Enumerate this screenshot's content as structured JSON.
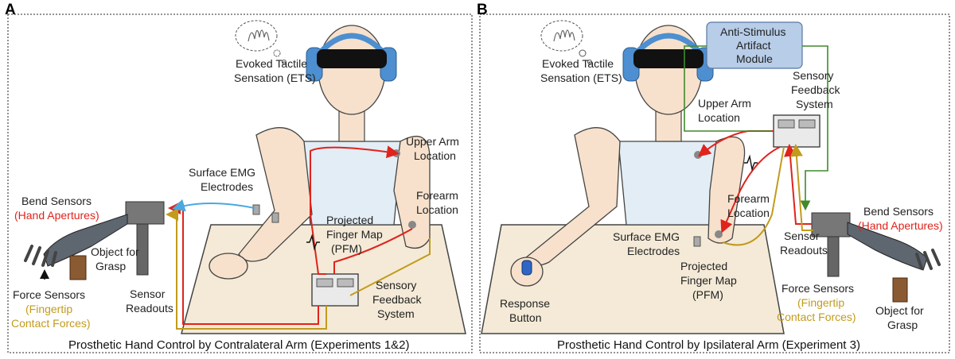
{
  "panels": {
    "a": {
      "letter": "A",
      "caption": "Prosthetic Hand Control by Contralateral Arm (Experiments 1&2)",
      "ets_l1": "Evoked Tactile",
      "ets_l2": "Sensation (ETS)",
      "upper_l1": "Upper Arm",
      "upper_l2": "Location",
      "emg_l1": "Surface EMG",
      "emg_l2": "Electrodes",
      "forearm_l1": "Forearm",
      "forearm_l2": "Location",
      "bend_l1": "Bend Sensors",
      "bend_l2": "(Hand Apertures)",
      "pfm_l1": "Projected",
      "pfm_l2": "Finger Map",
      "pfm_l3": "(PFM)",
      "object_l1": "Object for",
      "object_l2": "Grasp",
      "force_l1": "Force Sensors",
      "force_l2": "(Fingertip",
      "force_l3": "Contact Forces)",
      "readouts_l1": "Sensor",
      "readouts_l2": "Readouts",
      "sfs_l1": "Sensory",
      "sfs_l2": "Feedback",
      "sfs_l3": "System"
    },
    "b": {
      "letter": "B",
      "caption": "Prosthetic Hand Control by Ipsilateral Arm (Experiment 3)",
      "ets_l1": "Evoked Tactile",
      "ets_l2": "Sensation (ETS)",
      "asam_l1": "Anti-Stimulus",
      "asam_l2": "Artifact",
      "asam_l3": "Module",
      "sfs_l1": "Sensory",
      "sfs_l2": "Feedback",
      "sfs_l3": "System",
      "upper_l1": "Upper Arm",
      "upper_l2": "Location",
      "forearm_l1": "Forearm",
      "forearm_l2": "Location",
      "bend_l1": "Bend Sensors",
      "bend_l2": "(Hand Apertures)",
      "emg_l1": "Surface EMG",
      "emg_l2": "Electrodes",
      "readouts_l1": "Sensor",
      "readouts_l2": "Readouts",
      "pfm_l1": "Projected",
      "pfm_l2": "Finger Map",
      "pfm_l3": "(PFM)",
      "force_l1": "Force Sensors",
      "force_l2": "(Fingertip",
      "force_l3": "Contact Forces)",
      "button_l1": "Response",
      "button_l2": "Button",
      "object_l1": "Object for",
      "object_l2": "Grasp"
    }
  },
  "colors": {
    "feedback_line": "#e0231c",
    "readout_line": "#c29b1d",
    "emg_line": "#4aa8e0",
    "artifact_line": "#3f8a2a",
    "module_fill": "#b7cde8",
    "headphones": "#4d8fd0"
  }
}
